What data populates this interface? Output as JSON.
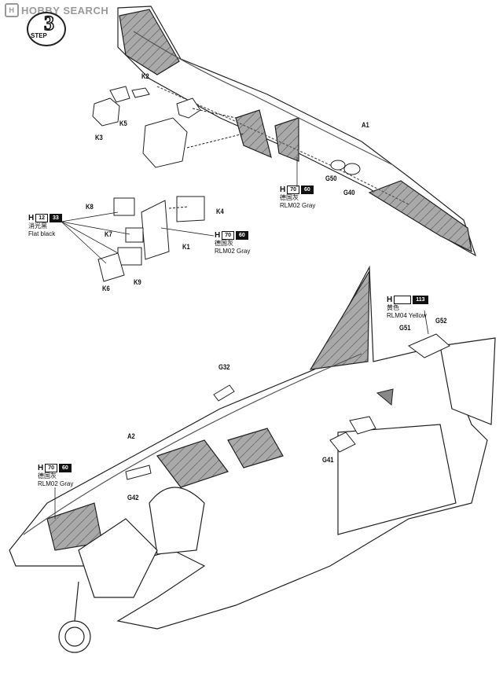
{
  "watermark": {
    "text": "HOBBY SEARCH"
  },
  "step": {
    "number": "3",
    "word": "STEP"
  },
  "parts": {
    "K2": "K2",
    "K5": "K5",
    "K3": "K3",
    "K8": "K8",
    "K7": "K7",
    "K4": "K4",
    "K1": "K1",
    "K9": "K9",
    "K6": "K6",
    "A1": "A1",
    "A2": "A2",
    "G50": "G50",
    "G40": "G40",
    "G32": "G32",
    "G41": "G41",
    "G42": "G42",
    "G51": "G51",
    "G52": "G52"
  },
  "paints": {
    "black": {
      "prefix": "H",
      "code1": "12",
      "code2": "33",
      "cn": "消光黑",
      "en": "Flat black"
    },
    "gray_top": {
      "prefix": "H",
      "code1": "70",
      "code2": "60",
      "cn": "德国灰",
      "en": "RLM02 Gray"
    },
    "gray_mid": {
      "prefix": "H",
      "code1": "70",
      "code2": "60",
      "cn": "德国灰",
      "en": "RLM02 Gray"
    },
    "gray_bottom": {
      "prefix": "H",
      "code1": "70",
      "code2": "60",
      "cn": "德国灰",
      "en": "RLM02 Gray"
    },
    "yellow": {
      "prefix": "H",
      "code1": "",
      "code2": "113",
      "cn": "黄色",
      "en": "RLM04 Yellow"
    }
  }
}
